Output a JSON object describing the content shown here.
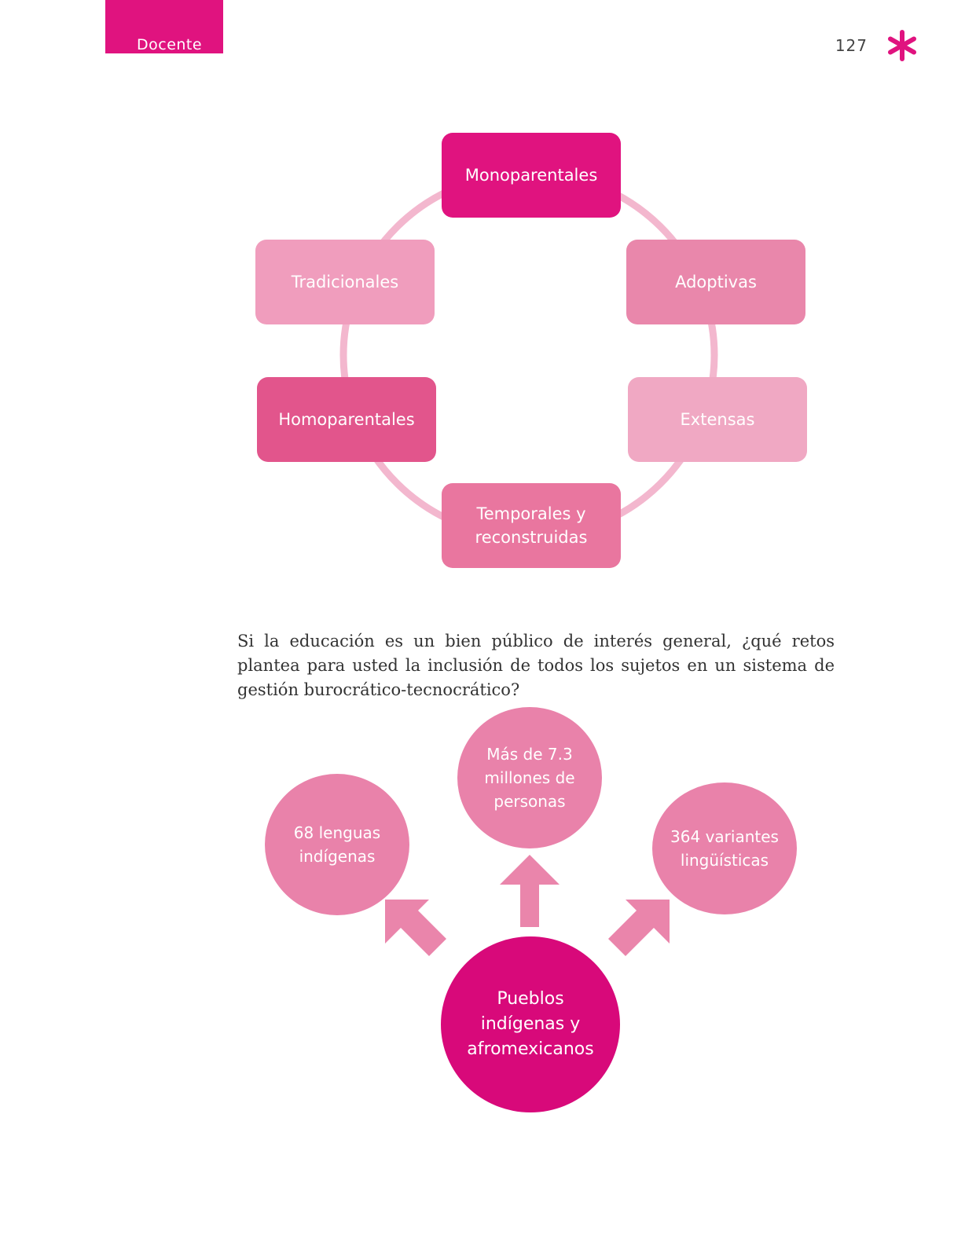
{
  "header": {
    "section": "Docente",
    "page_number": "127",
    "accent": "#e0137f"
  },
  "family_cycle": {
    "ring_color": "#f3b7ce",
    "nodes": [
      {
        "id": "monoparentales",
        "label": "Monoparentales",
        "color": "#e0137f"
      },
      {
        "id": "adoptivas",
        "label": "Adoptivas",
        "color": "#e987ab"
      },
      {
        "id": "extensas",
        "label": "Extensas",
        "color": "#f0a8c3"
      },
      {
        "id": "temporales",
        "label": "Temporales y reconstruidas",
        "color": "#e9769f"
      },
      {
        "id": "homoparentales",
        "label": "Homoparentales",
        "color": "#e2558c"
      },
      {
        "id": "tradicionales",
        "label": "Tradicionales",
        "color": "#f09dbd"
      }
    ]
  },
  "question": "Si la educación es un bien público de interés general, ¿qué retos plantea para usted la inclusión de todos los sujetos en un sistema de gestión burocrático-tecnocrático?",
  "indigenous": {
    "center": {
      "label": "Pueblos indígenas y afromexicanos",
      "color": "#d8097a"
    },
    "arrow_color": "#ea85ab",
    "satellites": [
      {
        "id": "lenguas",
        "label": "68 lenguas indígenas",
        "color": "#e982aa"
      },
      {
        "id": "personas",
        "label": "Más de 7.3 millones de personas",
        "color": "#e982aa"
      },
      {
        "id": "variantes",
        "label": "364 variantes lingüísticas",
        "color": "#e982aa"
      }
    ]
  }
}
